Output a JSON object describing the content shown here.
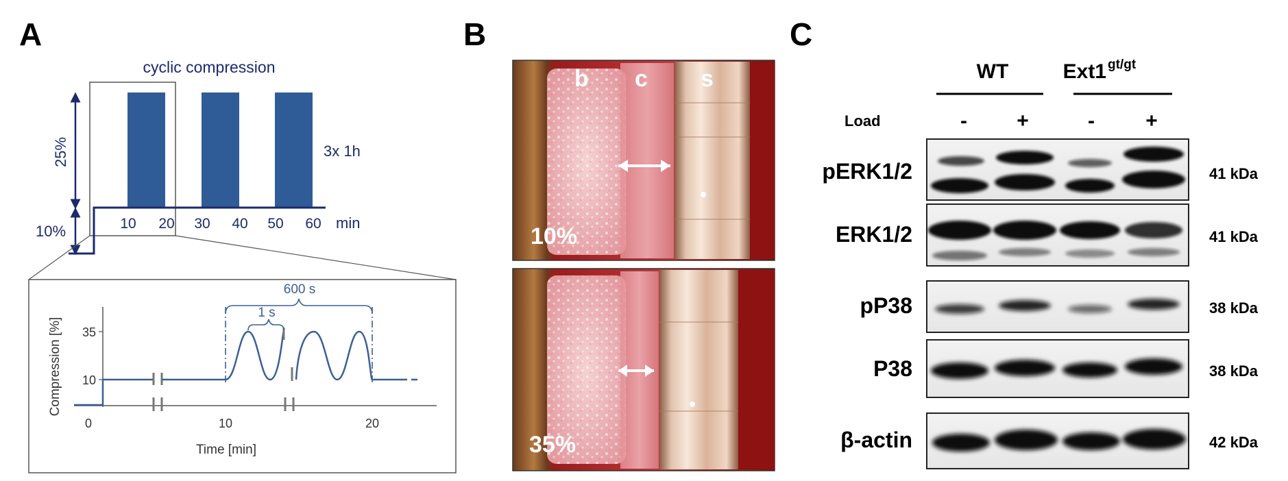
{
  "panels": {
    "a": {
      "label": "A",
      "title": "cyclic compression",
      "y_labels": [
        "25%",
        "10%"
      ],
      "x_ticks": [
        "10",
        "20",
        "30",
        "40",
        "50",
        "60"
      ],
      "x_unit": "min",
      "repeat_note": "3x 1h",
      "inset": {
        "ylabel": "Compression [%]",
        "xlabel": "Time [min]",
        "y_ticks": [
          "35",
          "10"
        ],
        "x_ticks": [
          "0",
          "10",
          "20"
        ],
        "period_note": "1 s",
        "span_note": "600 s"
      }
    },
    "b": {
      "label": "B",
      "region_labels": [
        "b",
        "c",
        "s"
      ],
      "strain_labels": [
        "10%",
        "35%"
      ]
    },
    "c": {
      "label": "C",
      "groups": [
        {
          "name": "WT",
          "superscript": ""
        },
        {
          "name": "Ext1",
          "superscript": "gt/gt"
        }
      ],
      "load_label": "Load",
      "load_states": [
        "-",
        "+",
        "-",
        "+"
      ],
      "blots": [
        {
          "protein": "pERK1/2",
          "mw": "41 kDa"
        },
        {
          "protein": "ERK1/2",
          "mw": "41 kDa"
        },
        {
          "protein": "pP38",
          "mw": "38 kDa"
        },
        {
          "protein": "P38",
          "mw": "38 kDa"
        },
        {
          "protein": "β-actin",
          "mw": "42 kDa"
        }
      ]
    }
  },
  "colors": {
    "navy": "#1b2a6e",
    "bar": "#2f5c96",
    "wave": "#3a5f95",
    "accent_red": "#b01818"
  }
}
